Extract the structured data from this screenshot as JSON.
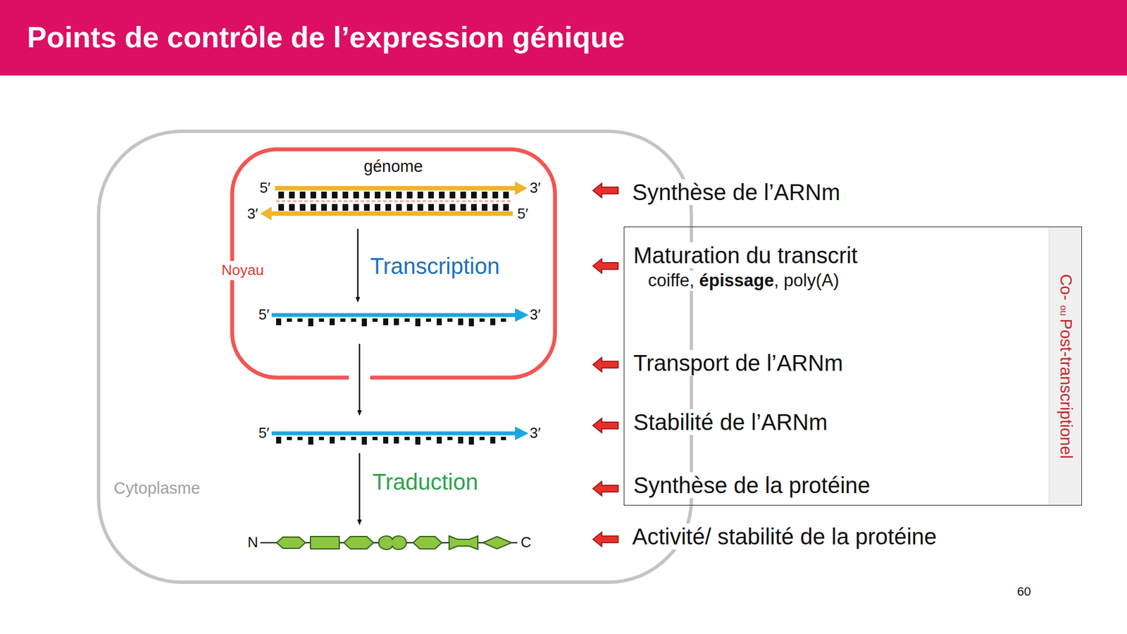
{
  "diagram": {
    "title": "Points de contrôle de l’expression génique",
    "nodes": [
      {
        "text": [
          "Cytoplasme"
        ]
      },
      {
        "text": [
          "Noyau"
        ],
        "in": 0
      },
      {
        "text": [
          "Maturation du transcrit",
          "coiffe,",
          "épissage",
          ", poly(A)",
          "Transport de l’ARNm",
          "Stabilité de l’ARNm",
          "Synthèse de la protéine"
        ]
      },
      {
        "text": [
          "Co-",
          "ou",
          "Post-transcriptionel"
        ],
        "in": 2
      }
    ],
    "labels": [
      "génome",
      "5′",
      "3′",
      "3′",
      "5′",
      "Transcription",
      "5′",
      "3′",
      "5′",
      "3′",
      "Traduction",
      "N",
      "C",
      "Synthèse de l’ARNm",
      "Activité/ stabilité de la protéine",
      "60"
    ]
  }
}
